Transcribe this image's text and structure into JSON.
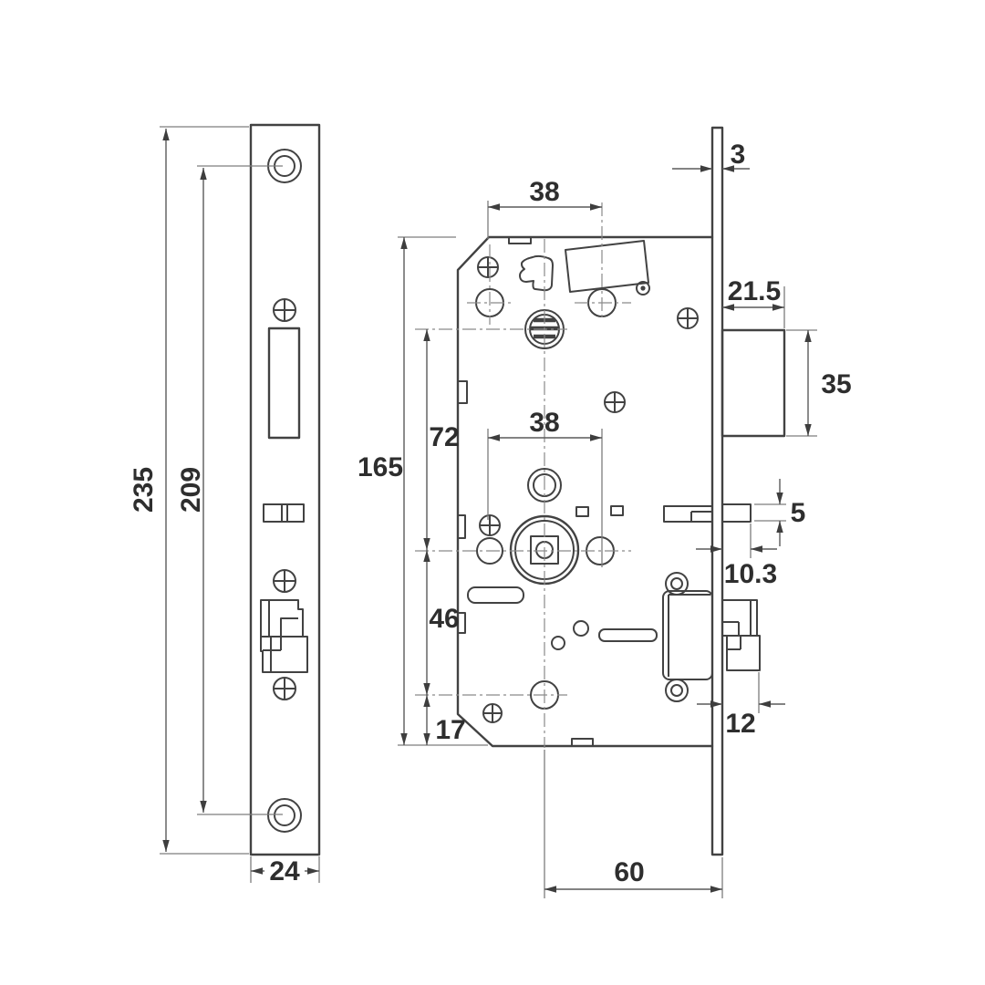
{
  "drawing": {
    "background": "#ffffff",
    "line_color": "#424242",
    "dim_text_color": "#2e2e2e",
    "views": {
      "front_plate": {
        "labels": {
          "height": "235",
          "screw_spacing": "209",
          "width": "24"
        }
      },
      "case": {
        "labels": {
          "top_hole_spacing": "38",
          "height": "165",
          "cylinder_to_hub": "72",
          "hub_hole_spacing": "38",
          "hub_to_lower_hole": "46",
          "lower_hole_to_bottom": "17",
          "backset": "60"
        }
      },
      "edge": {
        "labels": {
          "plate_thickness": "3",
          "latch_protrusion": "21.5",
          "latch_height": "35",
          "aux_bolt_height": "5",
          "aux_bolt_protrusion": "10.3",
          "deadbolt_throw": "12"
        }
      }
    }
  }
}
